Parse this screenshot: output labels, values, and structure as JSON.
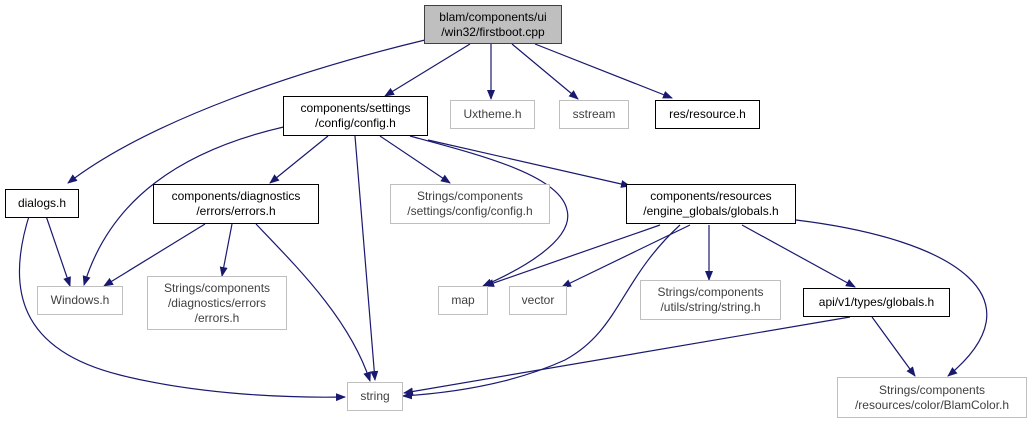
{
  "graph": {
    "edge_color": "#191970",
    "root_fill": "#bfbfbf",
    "nodes": {
      "root": "blam/components/ui\n/win32/firstboot.cpp",
      "config": "components/settings\n/config/config.h",
      "uxtheme": "Uxtheme.h",
      "sstream": "sstream",
      "resource": "res/resource.h",
      "dialogs": "dialogs.h",
      "errors": "components/diagnostics\n/errors/errors.h",
      "strings_config": "Strings/components\n/settings/config/config.h",
      "globals": "components/resources\n/engine_globals/globals.h",
      "windows": "Windows.h",
      "strings_errors": "Strings/components\n/diagnostics/errors\n/errors.h",
      "map": "map",
      "vector": "vector",
      "strings_string": "Strings/components\n/utils/string/string.h",
      "api_globals": "api/v1/types/globals.h",
      "string": "string",
      "blamcolor": "Strings/components\n/resources/color/BlamColor.h"
    }
  }
}
